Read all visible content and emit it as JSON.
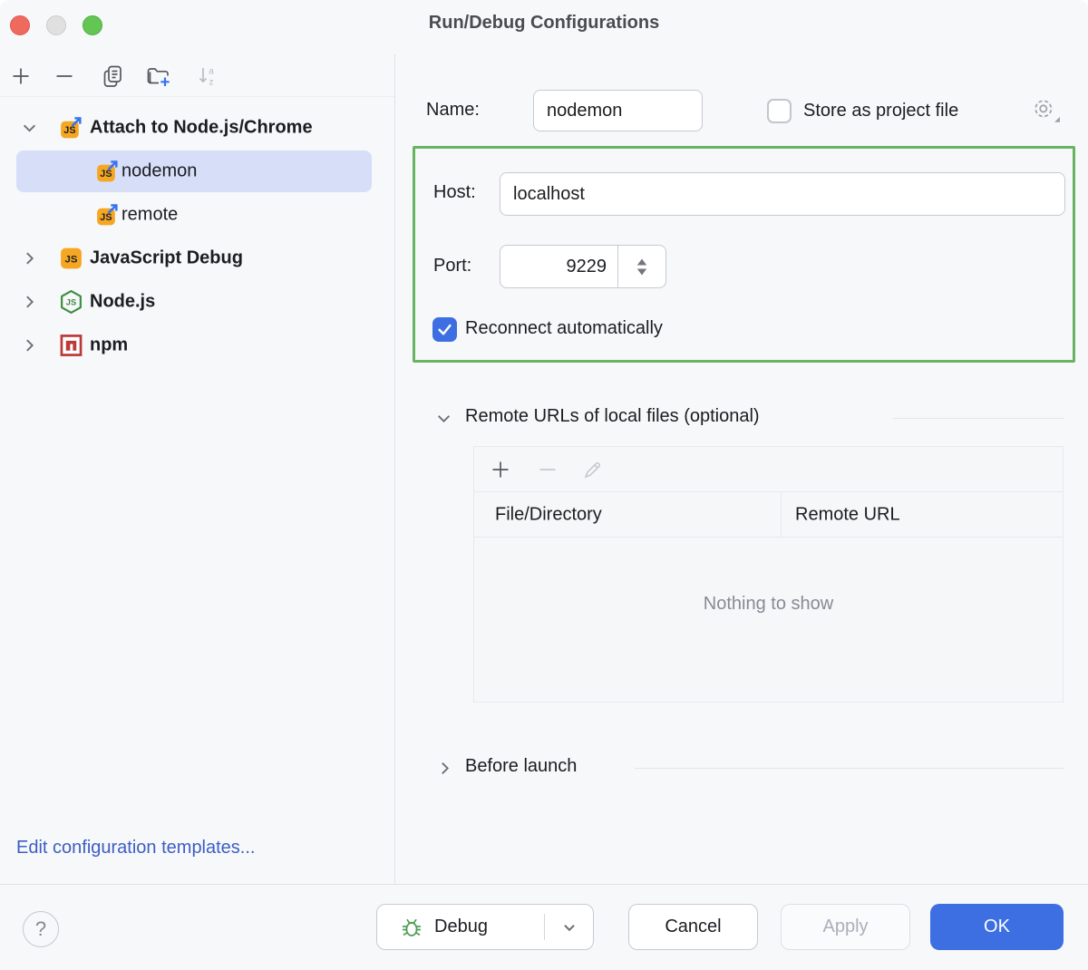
{
  "window": {
    "title": "Run/Debug Configurations"
  },
  "colors": {
    "accent_blue": "#3D6FE3",
    "focus_frame_green": "#67B461",
    "tree_selection": "#D6DEF8",
    "link_blue": "#3B5EC5",
    "js_icon_orange": "#F5A623",
    "nodejs_green": "#3E8E41",
    "npm_red": "#B93A38",
    "muted_text": "#868A94",
    "disabled_text": "#ACAFB9"
  },
  "left_toolbar": {
    "icons": [
      {
        "name": "add-icon",
        "enabled": true
      },
      {
        "name": "remove-icon",
        "enabled": true
      },
      {
        "name": "copy-icon",
        "enabled": true
      },
      {
        "name": "new-folder-icon",
        "enabled": true
      },
      {
        "name": "sort-alphabetically-icon",
        "enabled": false
      }
    ]
  },
  "tree": {
    "items": [
      {
        "label": "Attach to Node.js/Chrome",
        "icon": "js-attach-icon",
        "level": 0,
        "bold": true,
        "expanded": true,
        "selected": false
      },
      {
        "label": "nodemon",
        "icon": "js-attach-icon",
        "level": 1,
        "bold": false,
        "selected": true
      },
      {
        "label": "remote",
        "icon": "js-attach-icon",
        "level": 1,
        "bold": false,
        "selected": false
      },
      {
        "label": "JavaScript Debug",
        "icon": "javascript-icon",
        "level": 0,
        "bold": true,
        "expanded": false,
        "selected": false
      },
      {
        "label": "Node.js",
        "icon": "nodejs-icon",
        "level": 0,
        "bold": true,
        "expanded": false,
        "selected": false
      },
      {
        "label": "npm",
        "icon": "npm-icon",
        "level": 0,
        "bold": true,
        "expanded": false,
        "selected": false
      }
    ]
  },
  "sidebar_footer": {
    "edit_templates_link": "Edit configuration templates..."
  },
  "form": {
    "name_label": "Name:",
    "name_value": "nodemon",
    "store_as_project_file_label": "Store as project file",
    "store_as_project_file_checked": false,
    "host_label": "Host:",
    "host_value": "localhost",
    "port_label": "Port:",
    "port_value": "9229",
    "reconnect_label": "Reconnect automatically",
    "reconnect_checked": true
  },
  "remote_urls": {
    "section_title": "Remote URLs of local files (optional)",
    "expanded": true,
    "toolbar_icons": [
      {
        "name": "add-icon",
        "enabled": true
      },
      {
        "name": "remove-icon",
        "enabled": false
      },
      {
        "name": "edit-icon",
        "enabled": false
      }
    ],
    "columns": [
      "File/Directory",
      "Remote URL"
    ],
    "empty_text": "Nothing to show"
  },
  "before_launch": {
    "section_title": "Before launch",
    "expanded": false
  },
  "footer": {
    "help_label": "?",
    "debug_label": "Debug",
    "cancel_label": "Cancel",
    "apply_label": "Apply",
    "apply_enabled": false,
    "ok_label": "OK"
  }
}
